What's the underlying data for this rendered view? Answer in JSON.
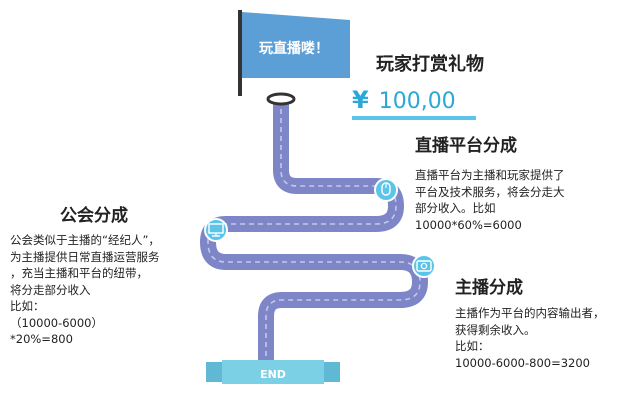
{
  "flag": {
    "text": "玩直播喽！"
  },
  "gift": {
    "title": "玩家打赏礼物",
    "currency": "¥",
    "amount": "100,00"
  },
  "platform": {
    "title": "直播平台分成",
    "lines": [
      "直播平台为主播和玩家提供了",
      "平台及技术服务，将会分走大",
      "部分收入。比如",
      "10000*60%=6000"
    ]
  },
  "guild": {
    "title": "公会分成",
    "lines": [
      "公会类似于主播的“经纪人”，",
      "为主播提供日常直播运营服务",
      "，充当主播和平台的纽带，",
      "将分走部分收入",
      "比如：",
      "（10000-6000）",
      "*20%=800"
    ]
  },
  "streamer": {
    "title": "主播分成",
    "lines": [
      "主播作为平台的内容输出者，",
      "获得剩余收入。",
      "比如：",
      "10000-6000-800=3200"
    ]
  },
  "end": {
    "label": "END"
  },
  "colors": {
    "road": "#7e86c8",
    "road_dash": "#c3c8ea",
    "node_fill": "#5cc4e8",
    "flag": "#5b9fd6",
    "end_ribbon": "#7cd0e6",
    "accent": "#2aa8d6"
  },
  "icons": [
    "hole-icon",
    "mouse-icon",
    "monitor-icon",
    "camera-icon"
  ]
}
